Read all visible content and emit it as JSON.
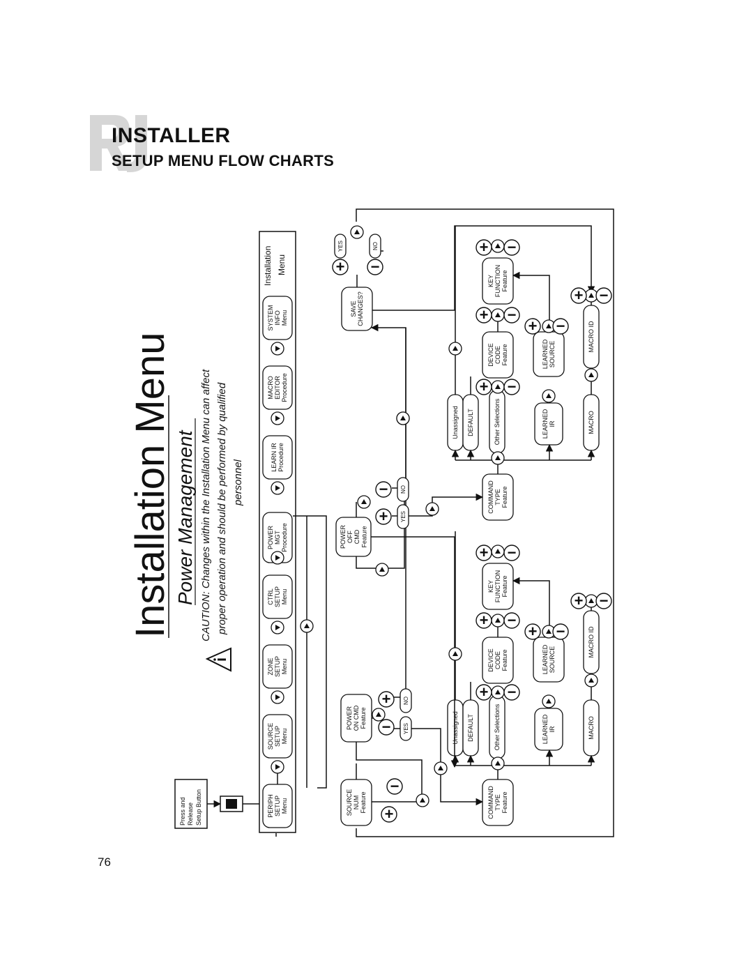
{
  "header": {
    "section": "INSTALLER",
    "subtitle": "SETUP MENU FLOW CHARTS"
  },
  "page_number": "76",
  "diagram": {
    "title": "Installation Menu",
    "subtitle": "Power Management",
    "caution_line1": "CAUTION: Changes within the Installation Menu can affect",
    "caution_line2": "proper operation and should be performed by qualified",
    "caution_line3": "personnel",
    "press_release": [
      "Press and",
      "Release",
      "Setup Button"
    ],
    "menu_label": [
      "Installation",
      "Menu"
    ],
    "menu_items": [
      [
        "PERIPH",
        "SETUP",
        "Menu"
      ],
      [
        "SOURCE",
        "SETUP",
        "Menu"
      ],
      [
        "ZONE",
        "SETUP",
        "Menu"
      ],
      [
        "CTRL",
        "SETUP",
        "Menu"
      ],
      [
        "POWER",
        "MGT",
        "Procedure"
      ],
      [
        "LEARN IR",
        "Procedure"
      ],
      [
        "MACRO",
        "EDITOR",
        "Procedure"
      ],
      [
        "SYSTEM",
        "INFO",
        "Menu"
      ]
    ],
    "source_num": [
      "SOURCE",
      "NUM",
      "Feature"
    ],
    "power_on": [
      "POWER",
      "ON CMD",
      "Feature"
    ],
    "power_off": [
      "POWER",
      "OFF",
      "CMD",
      "Feature"
    ],
    "save_changes": [
      "SAVE",
      "CHANGES?"
    ],
    "command_type": [
      "COMMAND",
      "TYPE",
      "Feature"
    ],
    "device_code": [
      "DEVICE",
      "CODE",
      "Feature"
    ],
    "key_function": [
      "KEY",
      "FUNCTION",
      "Feature"
    ],
    "learned_source": [
      "LEARNED",
      "SOURCE"
    ],
    "learned_ir": [
      "LEARNED",
      "IR"
    ],
    "macro_id": "MACRO ID",
    "macro": "MACRO",
    "unassigned": "Unassigned",
    "default": "DEFAULT",
    "other_selections": "Other Selections",
    "yes": "YES",
    "no": "NO",
    "plus": "+",
    "minus": "−"
  }
}
